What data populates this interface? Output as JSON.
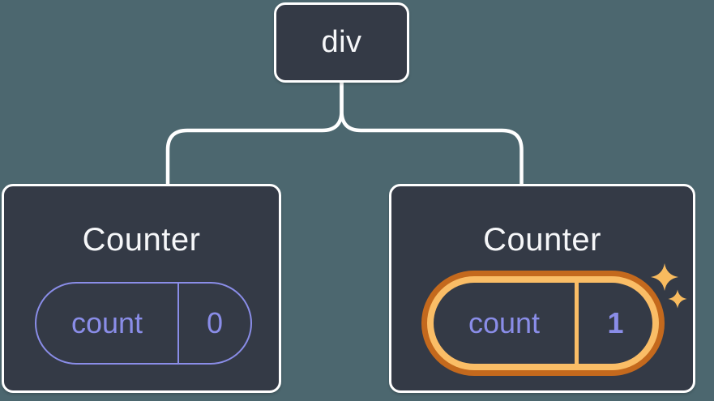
{
  "diagram": {
    "root_node": {
      "label": "div"
    },
    "counters": [
      {
        "title": "Counter",
        "state_name": "count",
        "state_value": "0",
        "highlighted": false
      },
      {
        "title": "Counter",
        "state_name": "count",
        "state_value": "1",
        "highlighted": true
      }
    ]
  },
  "icons": {
    "highlight_badge": "sparkle-icon"
  },
  "colors": {
    "background": "#4c676f",
    "node_fill": "#343a46",
    "node_border": "#ffffff",
    "connector": "#ffffff",
    "state_purple": "#8a8de8",
    "highlight_orange_dark": "#c4691d",
    "highlight_orange_light": "#fabd66",
    "sparkle": "#f8bb5f",
    "title_text": "#f6f7f9"
  }
}
